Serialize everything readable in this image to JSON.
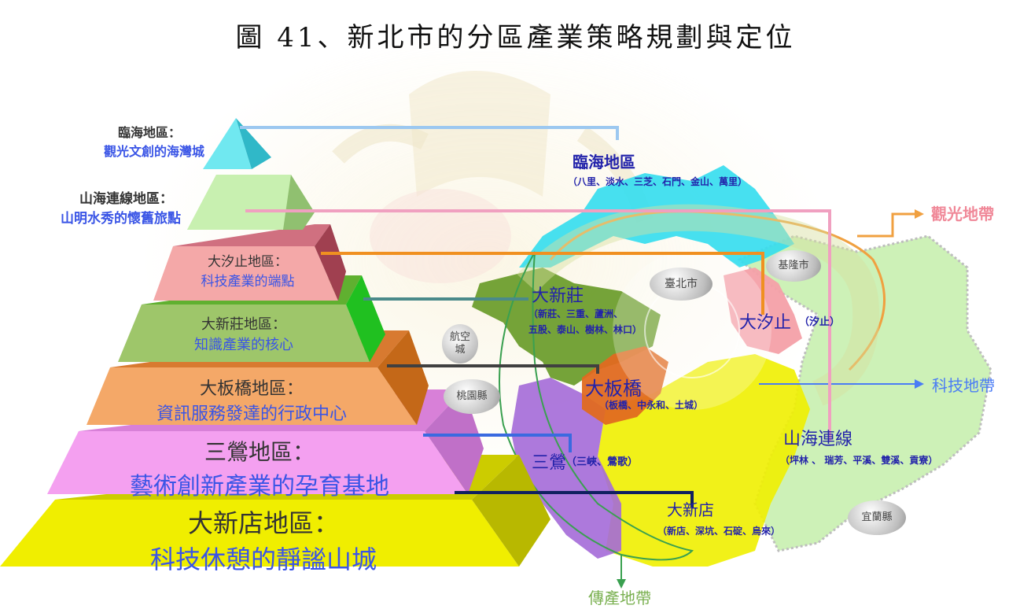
{
  "title": "圖 41、新北市的分區產業策略規劃與定位",
  "pyramid": [
    {
      "name": "臨海地區：",
      "desc": "觀光文創的海灣城"
    },
    {
      "name": "山海連線地區：",
      "desc": "山明水秀的懷舊旅點"
    },
    {
      "name": "大汐止地區：",
      "desc": "科技產業的端點"
    },
    {
      "name": "大新莊地區：",
      "desc": "知識產業的核心"
    },
    {
      "name": "大板橋地區：",
      "desc": "資訊服務發達的行政中心"
    },
    {
      "name": "三鶯地區：",
      "desc": "藝術創新產業的孕育基地"
    },
    {
      "name": "大新店地區：",
      "desc": "科技休憩的靜謐山城"
    }
  ],
  "regions": {
    "coastal": {
      "name": "臨海地區",
      "sub": "（八里、淡水、三芝、石門、金山、萬里）"
    },
    "xinzhuang": {
      "name": "大新莊",
      "sub1": "（新莊、三重、蘆洲、",
      "sub2": "五股、泰山、樹林、林口）"
    },
    "xizhi": {
      "name": "大汐止",
      "sub": "（汐止）"
    },
    "banqiao": {
      "name": "大板橋",
      "sub": "（板橋、中永和、土城）"
    },
    "shanhai": {
      "name": "山海連線",
      "sub": "（坪林 、 瑞芳、平溪、雙溪、貢寮）"
    },
    "sanying": {
      "name": "三鶯",
      "sub": "（三峽、鶯歌）"
    },
    "xindian": {
      "name": "大新店",
      "sub": "（新店、深坑、石碇、烏來）"
    }
  },
  "places": {
    "taipei": "臺北市",
    "keelung": "基隆市",
    "airport": "航空城",
    "taoyuan": "桃園縣",
    "yilan": "宜蘭縣"
  },
  "belts": {
    "tourism": "觀光地帶",
    "tech": "科技地帶",
    "tradition": "傳產地帶"
  },
  "colors": {
    "coastal": "#33ddee",
    "shanhai": "#c8f0b0",
    "xizhi": "#f4a0a8",
    "xinzhuang": "#6e9e2e",
    "banqiao": "#e06a20",
    "sanying": "#a46ad8",
    "xindian": "#f0f000",
    "tourism_belt": "#f09aa8",
    "tech_belt": "#4a7cf5",
    "tradition_belt": "#7ab050"
  }
}
